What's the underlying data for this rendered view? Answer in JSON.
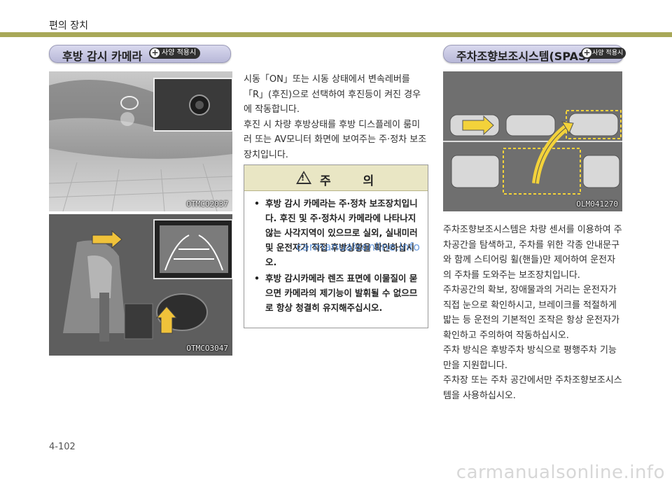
{
  "header": {
    "section_title": "편의 장치"
  },
  "left_column": {
    "heading": "후방 감시 카메라",
    "badge": "사양 적용시",
    "photo_top_code": "OTMCO2037",
    "photo_bottom_code": "OTMCO3047"
  },
  "middle_column": {
    "intro_paragraphs": [
      "시동「ON」또는 시동 상태에서 변속레버를「R」(후진)으로 선택하여 후진등이 켜진 경우에 작동합니다.",
      "후진 시 차량 후방상태를 후방 디스플레이 룸미러 또는 AV모니터 화면에 보여주는 주·정차 보조장치입니다."
    ],
    "caution": {
      "title": "주 의",
      "items": [
        "후방 감시 카메라는 주·정차 보조장치입니다. 후진 및 주·정차시 카메라에 나타나지 않는 사각지역이 있으므로 실외, 실내미러 및 운전자가 직접 후방상황을 확인하십시오.",
        "후방 감시카메라 렌즈 표면에 이물질이 묻으면 카메라의 제기능이 발휘될 수 없으므로 항상 청결히 유지해주십시오."
      ]
    }
  },
  "right_column": {
    "heading": "주차조향보조시스템(SPAS)",
    "badge": "사양 적용시",
    "diagram_code": "OLM041270",
    "paragraphs": [
      "주차조향보조시스템은 차량 센서를 이용하여 주차공간을 탐색하고, 주차를 위한 각종 안내문구와 함께 스티어링 휠(핸들)만 제어하여 운전자의 주차를 도와주는 보조장치입니다.",
      "주차공간의 확보, 장애물과의 거리는 운전자가 직접 눈으로 확인하시고, 브레이크를 적절하게 밟는 등 운전의 기본적인 조작은 항상 운전자가 확인하고 주의하여 작동하십시오.",
      "주차 방식은 후방주차 방식으로 평행주차 기능만을 지원합니다.",
      "주차장 또는 주차 공간에서만 주차조향보조시스템을 사용하십시오."
    ]
  },
  "watermark": "carmanualsonline.info",
  "page_number": "4-102",
  "footer_watermark": "carmanualsonline.info",
  "colors": {
    "header_band": "#a8a858",
    "heading_pill": "#c8c8e4",
    "caution_header": "#e9e6c4",
    "watermark_blue": "#3f7fd6"
  }
}
